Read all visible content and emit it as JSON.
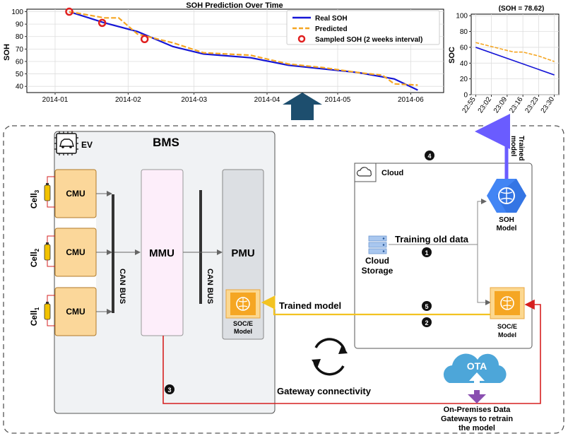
{
  "soh_chart": {
    "title": "SOH Prediction Over Time",
    "ylabel": "SOH",
    "legend": {
      "real": "Real SOH",
      "predicted": "Predicted",
      "sampled": "Sampled SOH (2 weeks interval)"
    },
    "colors": {
      "real": "#1515d6",
      "predicted": "#f5a623",
      "sampled": "#e02020"
    }
  },
  "soc_chart": {
    "title": "(SOH = 78.62)",
    "ylabel": "SOC",
    "colors": {
      "real": "#1515d6",
      "predicted": "#f5a623"
    }
  },
  "chart_data": [
    {
      "type": "line",
      "title": "SOH Prediction Over Time",
      "xlabel": "",
      "ylabel": "SOH",
      "x_ticks": [
        "2014-01",
        "2014-02",
        "2014-03",
        "2014-04",
        "2014-05",
        "2014-06"
      ],
      "y_ticks": [
        40,
        50,
        60,
        70,
        80,
        90,
        100
      ],
      "xlim": [
        "2013-12-20",
        "2014-06-15"
      ],
      "ylim": [
        35,
        102
      ],
      "legend_position": "top-right",
      "grid": true,
      "series": [
        {
          "name": "Real SOH",
          "x": [
            "2014-01-07",
            "2014-01-22",
            "2014-02-05",
            "2014-02-20",
            "2014-03-05",
            "2014-03-25",
            "2014-04-10",
            "2014-04-25",
            "2014-05-10",
            "2014-05-25",
            "2014-06-04"
          ],
          "y": [
            100,
            91,
            84,
            72,
            66,
            63,
            57,
            54,
            51,
            46,
            37
          ]
        },
        {
          "name": "Predicted",
          "x": [
            "2014-01-07",
            "2014-01-22",
            "2014-01-28",
            "2014-02-05",
            "2014-02-20",
            "2014-03-05",
            "2014-03-25",
            "2014-04-10",
            "2014-04-25",
            "2014-05-10",
            "2014-05-20",
            "2014-05-25",
            "2014-06-04"
          ],
          "y": [
            100,
            95,
            95,
            82,
            75,
            67,
            65,
            58,
            55,
            51,
            49,
            42,
            41
          ]
        },
        {
          "name": "Sampled SOH (2 weeks interval)",
          "x": [
            "2014-01-07",
            "2014-01-21",
            "2014-02-08"
          ],
          "y": [
            100,
            91,
            78
          ]
        }
      ]
    },
    {
      "type": "line",
      "title": "(SOH = 78.62)",
      "xlabel": "",
      "ylabel": "SOC",
      "x_ticks": [
        "22:55",
        "23:02",
        "23:09",
        "23:16",
        "23:23",
        "23:30"
      ],
      "y_ticks": [
        0,
        20,
        40,
        60,
        80,
        100
      ],
      "ylim": [
        0,
        102
      ],
      "grid": true,
      "series": [
        {
          "name": "Real",
          "x": [
            "22:55",
            "23:30"
          ],
          "y": [
            60,
            25
          ]
        },
        {
          "name": "Predicted",
          "x": [
            "22:55",
            "23:09",
            "23:12",
            "23:16",
            "23:23",
            "23:30"
          ],
          "y": [
            66,
            56,
            54,
            54,
            49,
            42
          ]
        }
      ]
    }
  ],
  "diagram": {
    "ev_label": "EV",
    "bms_title": "BMS",
    "cmu_label": "CMU",
    "cells": [
      {
        "main": "Cell",
        "sub": "3"
      },
      {
        "main": "Cell",
        "sub": "2"
      },
      {
        "main": "Cell",
        "sub": "1"
      }
    ],
    "can_bus": "CAN BUS",
    "mmu": "MMU",
    "pmu": "PMU",
    "soce_model": [
      "SOC/E",
      "Model"
    ],
    "cloud": "Cloud",
    "soh_model": [
      "SOH",
      "Model"
    ],
    "cloud_storage": [
      "Cloud",
      "Storage"
    ],
    "training_old_data": "Training old data",
    "trained_model": "Trained model",
    "trained_model_vertical": [
      "Trained",
      "model"
    ],
    "ota": "OTA",
    "gateway_connectivity": "Gateway connectivity",
    "on_premises": [
      "On-Premises Data",
      "Gateways to retrain",
      "the model"
    ],
    "steps": [
      "1",
      "2",
      "3",
      "4",
      "5"
    ]
  }
}
